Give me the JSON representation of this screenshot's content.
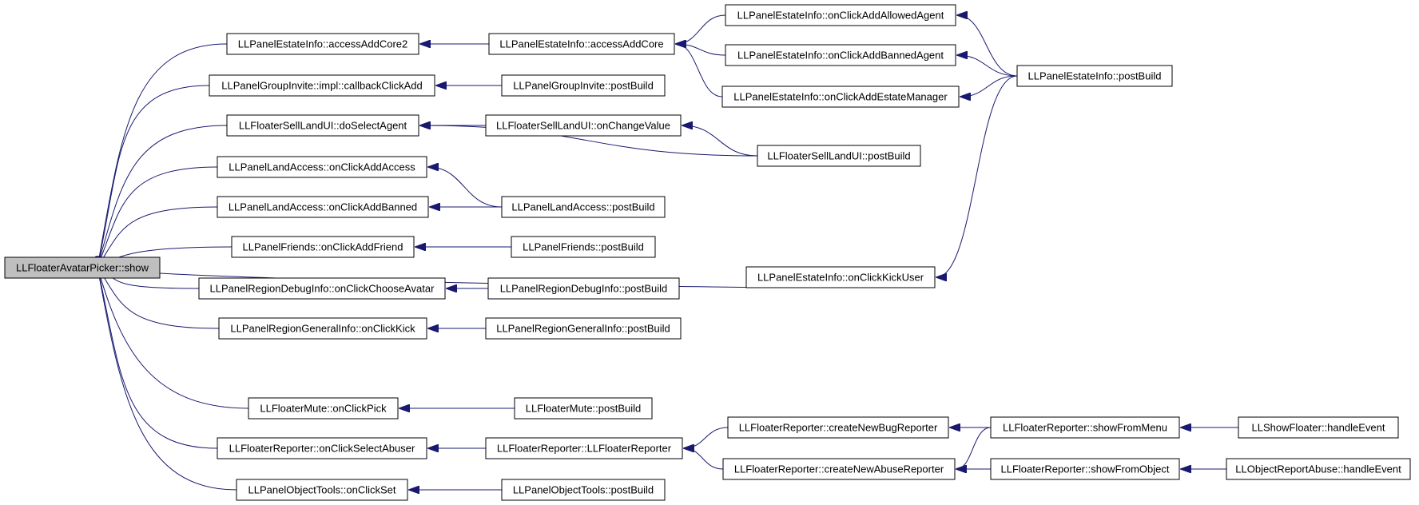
{
  "diagram": {
    "colors": {
      "edge": "#191970",
      "node_border": "#000000",
      "root_fill": "#bfbfbf",
      "node_fill": "#ffffff"
    },
    "nodes": {
      "root": "LLFloaterAvatarPicker::show",
      "accessAddCore2": "LLPanelEstateInfo::accessAddCore2",
      "callbackClickAdd": "LLPanelGroupInvite::impl::callbackClickAdd",
      "doSelectAgent": "LLFloaterSellLandUI::doSelectAgent",
      "onClickAddAccess": "LLPanelLandAccess::onClickAddAccess",
      "onClickAddBanned": "LLPanelLandAccess::onClickAddBanned",
      "onClickAddFriend": "LLPanelFriends::onClickAddFriend",
      "onClickChooseAvatar": "LLPanelRegionDebugInfo::onClickChooseAvatar",
      "onClickKick": "LLPanelRegionGeneralInfo::onClickKick",
      "mutePick": "LLFloaterMute::onClickPick",
      "selectAbuser": "LLFloaterReporter::onClickSelectAbuser",
      "objClickSet": "LLPanelObjectTools::onClickSet",
      "accessAddCore": "LLPanelEstateInfo::accessAddCore",
      "groupPostBuild": "LLPanelGroupInvite::postBuild",
      "onChangeValue": "LLFloaterSellLandUI::onChangeValue",
      "landPostBuild": "LLPanelLandAccess::postBuild",
      "friendsPostBuild": "LLPanelFriends::postBuild",
      "debugPostBuild": "LLPanelRegionDebugInfo::postBuild",
      "generalPostBuild": "LLPanelRegionGeneralInfo::postBuild",
      "mutePostBuild": "LLFloaterMute::postBuild",
      "reporterCtor": "LLFloaterReporter::LLFloaterReporter",
      "objPostBuild": "LLPanelObjectTools::postBuild",
      "addAllowed": "LLPanelEstateInfo::onClickAddAllowedAgent",
      "addBannedAgent": "LLPanelEstateInfo::onClickAddBannedAgent",
      "addEstateMgr": "LLPanelEstateInfo::onClickAddEstateManager",
      "sellPostBuild": "LLFloaterSellLandUI::postBuild",
      "kickUser": "LLPanelEstateInfo::onClickKickUser",
      "newBug": "LLFloaterReporter::createNewBugReporter",
      "newAbuse": "LLFloaterReporter::createNewAbuseReporter",
      "estatePostBuild": "LLPanelEstateInfo::postBuild",
      "showFromMenu": "LLFloaterReporter::showFromMenu",
      "showFromObject": "LLFloaterReporter::showFromObject",
      "showFloaterHandle": "LLShowFloater::handleEvent",
      "objAbuseHandle": "LLObjectReportAbuse::handleEvent"
    },
    "edges": [
      [
        "accessAddCore2",
        "root"
      ],
      [
        "callbackClickAdd",
        "root"
      ],
      [
        "doSelectAgent",
        "root"
      ],
      [
        "onClickAddAccess",
        "root"
      ],
      [
        "onClickAddBanned",
        "root"
      ],
      [
        "onClickAddFriend",
        "root"
      ],
      [
        "onClickChooseAvatar",
        "root"
      ],
      [
        "onClickKick",
        "root"
      ],
      [
        "kickUser",
        "root"
      ],
      [
        "mutePick",
        "root"
      ],
      [
        "selectAbuser",
        "root"
      ],
      [
        "objClickSet",
        "root"
      ],
      [
        "accessAddCore",
        "accessAddCore2"
      ],
      [
        "groupPostBuild",
        "callbackClickAdd"
      ],
      [
        "onChangeValue",
        "doSelectAgent"
      ],
      [
        "sellPostBuild",
        "doSelectAgent"
      ],
      [
        "landPostBuild",
        "onClickAddAccess"
      ],
      [
        "landPostBuild",
        "onClickAddBanned"
      ],
      [
        "friendsPostBuild",
        "onClickAddFriend"
      ],
      [
        "debugPostBuild",
        "onClickChooseAvatar"
      ],
      [
        "generalPostBuild",
        "onClickKick"
      ],
      [
        "mutePostBuild",
        "mutePick"
      ],
      [
        "reporterCtor",
        "selectAbuser"
      ],
      [
        "objPostBuild",
        "objClickSet"
      ],
      [
        "addAllowed",
        "accessAddCore"
      ],
      [
        "addBannedAgent",
        "accessAddCore"
      ],
      [
        "addEstateMgr",
        "accessAddCore"
      ],
      [
        "sellPostBuild",
        "onChangeValue"
      ],
      [
        "newBug",
        "reporterCtor"
      ],
      [
        "newAbuse",
        "reporterCtor"
      ],
      [
        "estatePostBuild",
        "addAllowed"
      ],
      [
        "estatePostBuild",
        "addBannedAgent"
      ],
      [
        "estatePostBuild",
        "addEstateMgr"
      ],
      [
        "estatePostBuild",
        "kickUser"
      ],
      [
        "showFromMenu",
        "newBug"
      ],
      [
        "showFromMenu",
        "newAbuse"
      ],
      [
        "showFromObject",
        "newAbuse"
      ],
      [
        "showFloaterHandle",
        "showFromMenu"
      ],
      [
        "objAbuseHandle",
        "showFromObject"
      ]
    ]
  }
}
